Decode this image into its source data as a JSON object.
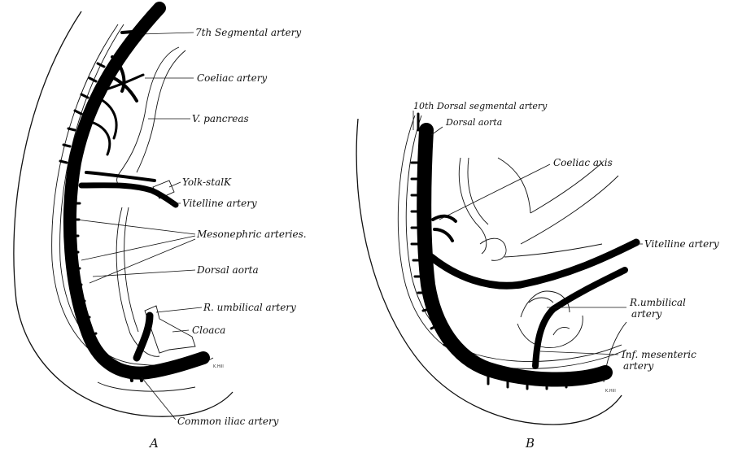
{
  "panel_a": {
    "letter": "A",
    "labels": {
      "seventh_segmental_artery": "7th Segmental artery",
      "coeliac_artery": "Coeliac artery",
      "v_pancreas": "V. pancreas",
      "yolk_stalk": "Yolk-stalK",
      "vitelline_artery": "Vitelline artery",
      "mesonephric_arteries": "Mesonephric arteries.",
      "dorsal_aorta": "Dorsal aorta",
      "r_umbilical_artery": "R. umbilical artery",
      "cloaca": "Cloaca",
      "common_iliac_artery": "Common iliac artery"
    }
  },
  "panel_b": {
    "letter": "B",
    "labels": {
      "tenth_dorsal_segmental_artery": "10th Dorsal segmental artery",
      "dorsal_aorta": "Dorsal aorta",
      "coeliac_axis": "Coeliac axis",
      "vitelline_artery": "Vitelline artery",
      "r_umbilical_artery_line1": "R.umbilical",
      "r_umbilical_artery_line2": "artery",
      "inf_mesenteric_artery_line1": "Inf. mesenteric",
      "inf_mesenteric_artery_line2": "artery"
    }
  }
}
